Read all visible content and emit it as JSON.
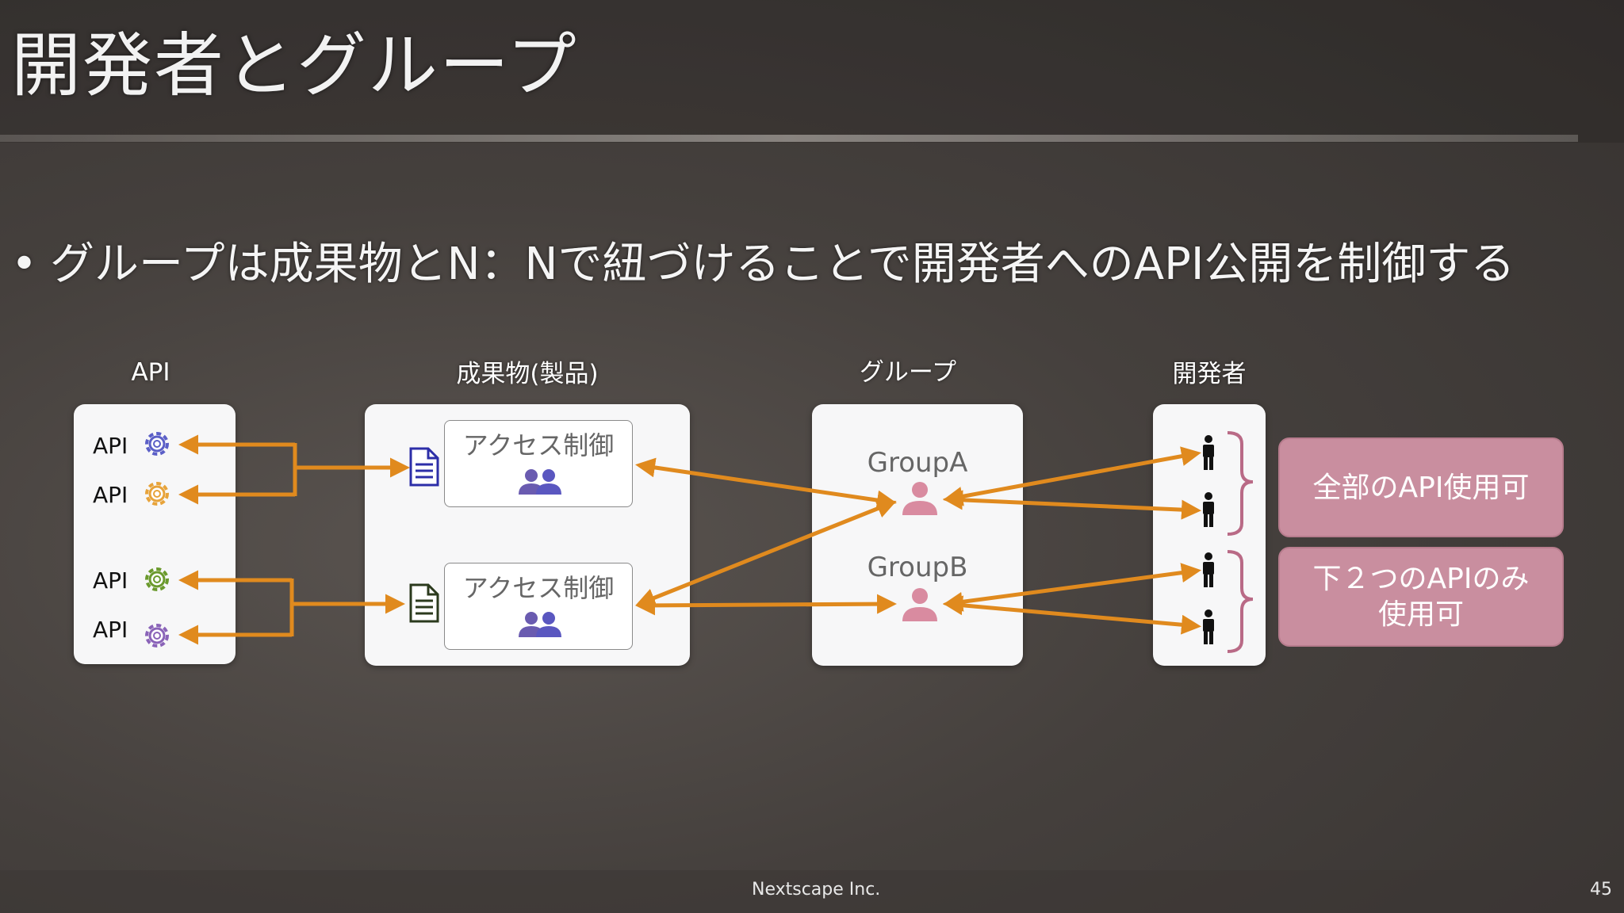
{
  "slide": {
    "title": "開発者とグループ",
    "bullet": "グループは成果物とN：Nで紐づけることで開発者へのAPI公開を制御する",
    "bullet_marker": "•"
  },
  "columns": {
    "api": "API",
    "product": "成果物(製品)",
    "group": "グループ",
    "developer": "開発者"
  },
  "apis": [
    {
      "label": "API",
      "icon": "gear-icon",
      "color": "#5b5fc7"
    },
    {
      "label": "API",
      "icon": "gear-icon",
      "color": "#e7a33a"
    },
    {
      "label": "API",
      "icon": "gear-icon",
      "color": "#6b9a2d"
    },
    {
      "label": "API",
      "icon": "gear-icon",
      "color": "#8a63b8"
    }
  ],
  "products": [
    {
      "access_label": "アクセス制御",
      "doc_icon": "document-icon",
      "doc_color": "#2c2ea8"
    },
    {
      "access_label": "アクセス制御",
      "doc_icon": "document-icon",
      "doc_color": "#2b3a1d"
    }
  ],
  "groups": [
    {
      "name": "GroupA",
      "icon": "user-icon"
    },
    {
      "name": "GroupB",
      "icon": "user-icon"
    }
  ],
  "notes": {
    "all_apis": "全部のAPI使用可",
    "bottom_two_line1": "下２つのAPIのみ",
    "bottom_two_line2": "使用可"
  },
  "footer": {
    "company": "Nextscape Inc.",
    "page_number": "45"
  },
  "colors": {
    "arrow": "#e08a1e",
    "bracket": "#b96a86",
    "note_fill": "#c98e9f",
    "group_person": "#d98ba0",
    "people_pair": "#6a5bb0"
  }
}
